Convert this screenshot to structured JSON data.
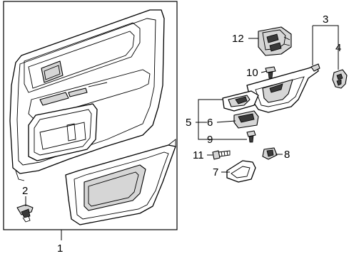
{
  "diagram": {
    "callouts": [
      {
        "id": "c1",
        "label": "1"
      },
      {
        "id": "c2",
        "label": "2"
      },
      {
        "id": "c3",
        "label": "3"
      },
      {
        "id": "c4",
        "label": "4"
      },
      {
        "id": "c5",
        "label": "5"
      },
      {
        "id": "c6",
        "label": "6"
      },
      {
        "id": "c7",
        "label": "7"
      },
      {
        "id": "c8",
        "label": "8"
      },
      {
        "id": "c9",
        "label": "9"
      },
      {
        "id": "c10",
        "label": "10"
      },
      {
        "id": "c11",
        "label": "11"
      },
      {
        "id": "c12",
        "label": "12"
      }
    ],
    "colors": {
      "line": "#000000",
      "fill": "#ffffff",
      "shade": "#d6d6d6"
    }
  }
}
